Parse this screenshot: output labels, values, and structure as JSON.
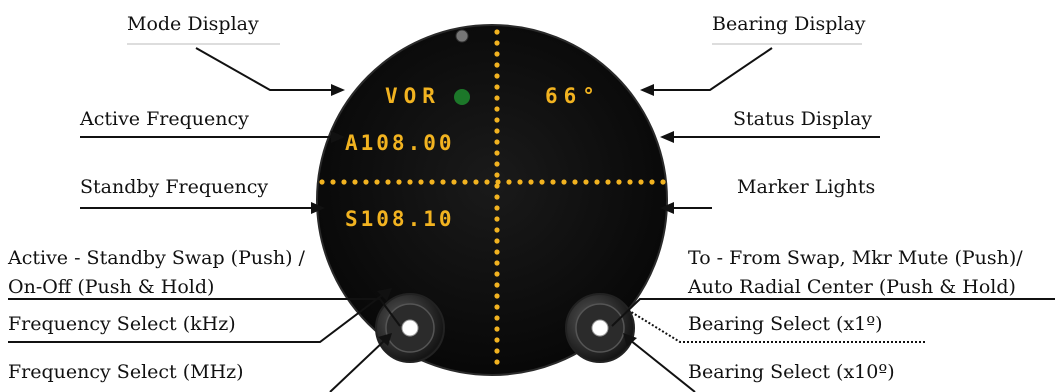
{
  "labels": {
    "mode_display": "Mode Display",
    "bearing_display": "Bearing Display",
    "active_frequency": "Active Frequency",
    "status_display": "Status Display",
    "standby_frequency": "Standby Frequency",
    "marker_lights": "Marker Lights",
    "swap_left_line1": "Active - Standby Swap (Push) /",
    "swap_left_line2": "On-Off (Push & Hold)",
    "swap_right_line1": "To - From Swap, Mkr Mute (Push)/",
    "swap_right_line2": "Auto Radial Center (Push & Hold)",
    "freq_khz": "Frequency Select (kHz)",
    "freq_mhz": "Frequency Select (MHz)",
    "bearing_x1": "Bearing Select (x1º)",
    "bearing_x10": "Bearing Select (x10º)"
  },
  "display": {
    "mode": "VOR",
    "bearing": "66°",
    "active": "A108.00",
    "standby": "S108.10"
  },
  "colors": {
    "led": "#f2b320",
    "bezel": "#0f0f0f",
    "green_indicator": "#1f8a2e"
  }
}
